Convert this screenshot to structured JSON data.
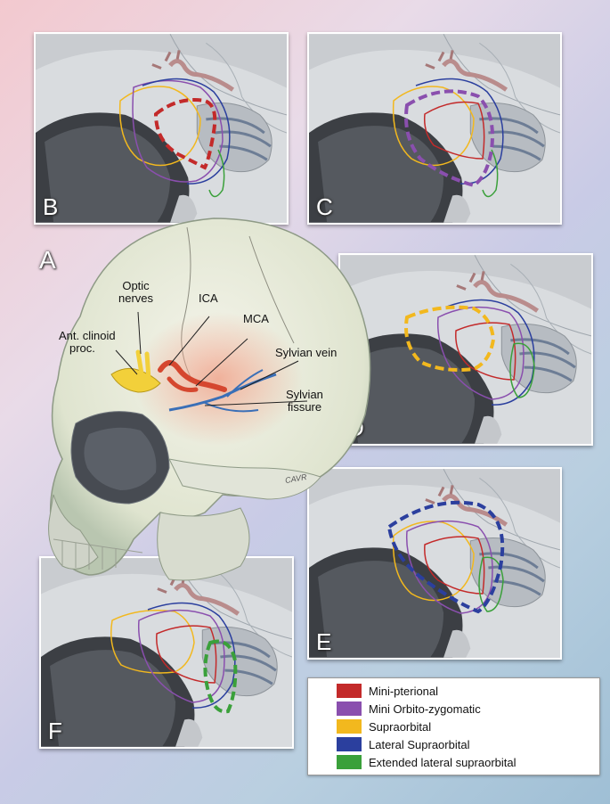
{
  "panels": {
    "A": "A",
    "B": "B",
    "C": "C",
    "D": "D",
    "E": "E",
    "F": "F"
  },
  "labels": {
    "optic_nerves_line1": "Optic",
    "optic_nerves_line2": "nerves",
    "ica": "ICA",
    "mca": "MCA",
    "ant_clinoid_line1": "Ant. clinoid",
    "ant_clinoid_line2": "proc.",
    "sylvian_vein": "Sylvian vein",
    "sylvian_fissure_line1": "Sylvian",
    "sylvian_fissure_line2": "fissure",
    "signature": "CAVR"
  },
  "legend": [
    {
      "label": "Mini-pterional",
      "color": "#c32a2a"
    },
    {
      "label": "Mini Orbito-zygomatic",
      "color": "#8a4fae"
    },
    {
      "label": "Supraorbital",
      "color": "#f2b81e"
    },
    {
      "label": "Lateral Supraorbital",
      "color": "#2b3f9e"
    },
    {
      "label": "Extended lateral supraorbital",
      "color": "#3aa03a"
    }
  ],
  "colors": {
    "mini_pterional": "#c32a2a",
    "mini_orbito_zygomatic": "#8a4fae",
    "supraorbital": "#f2b81e",
    "lateral_supraorbital": "#2b3f9e",
    "extended_lateral_supraorbital": "#3aa03a"
  }
}
